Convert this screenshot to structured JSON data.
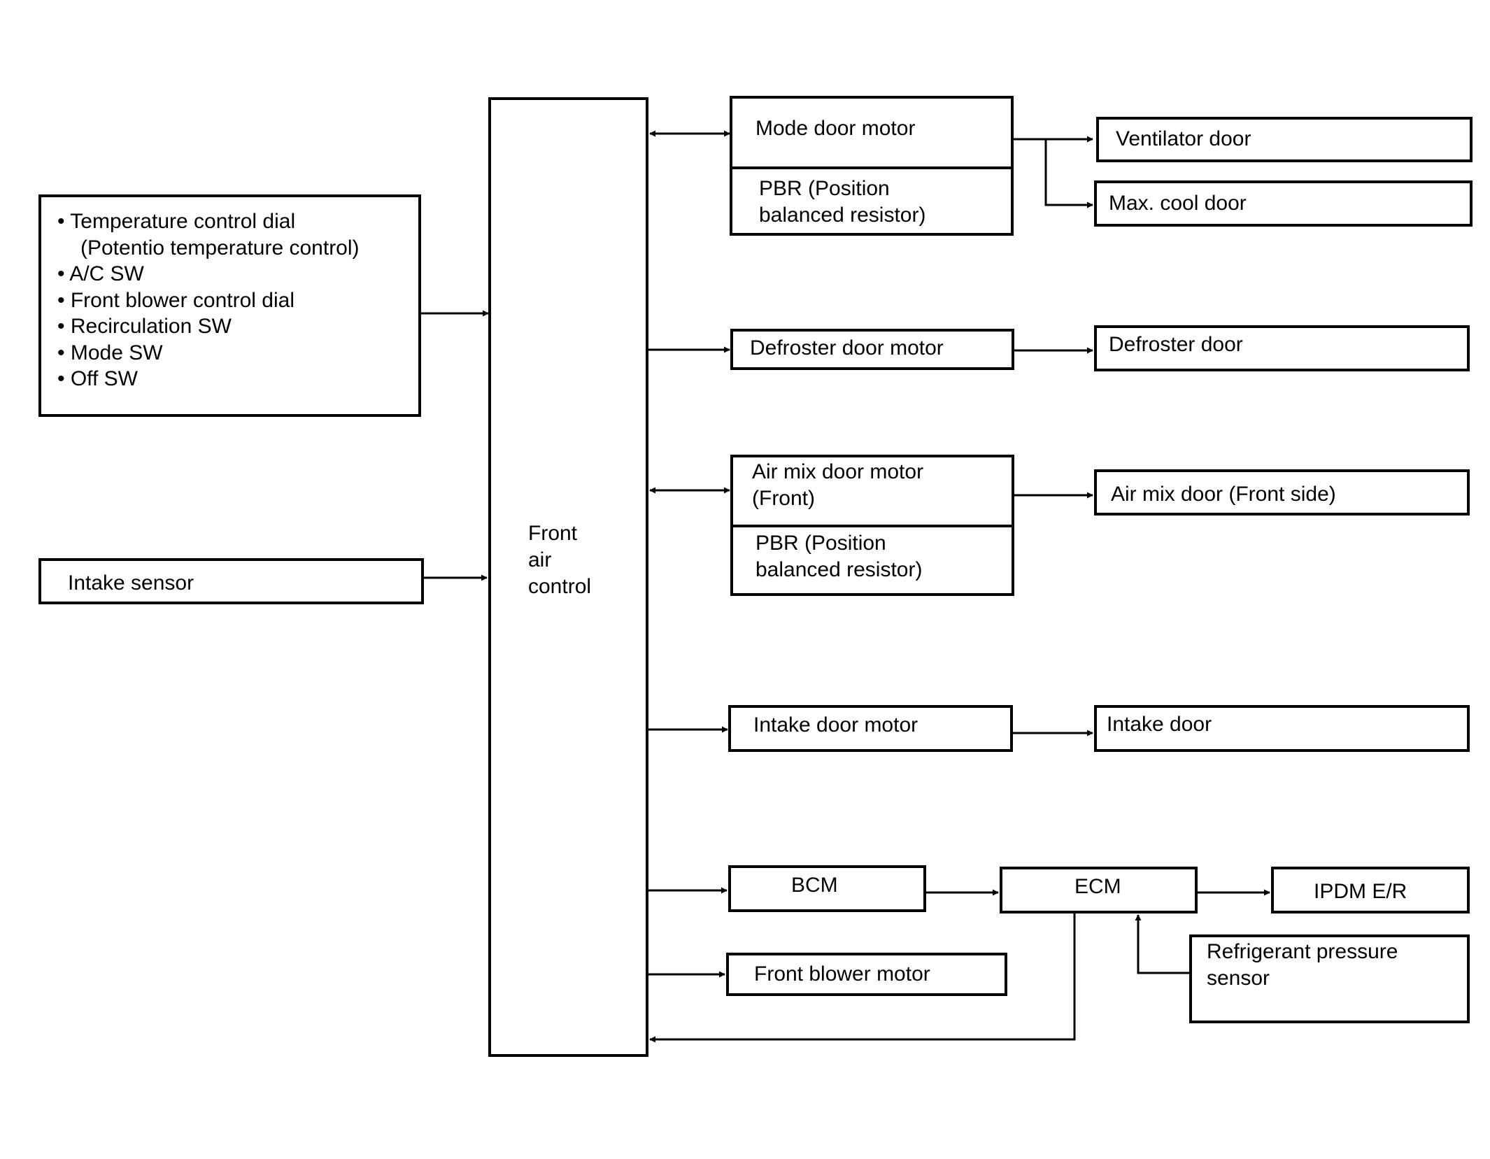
{
  "inputs": {
    "controls_items": [
      "Temperature control dial",
      "(Potentio temperature control)",
      "A/C SW",
      "Front blower control dial",
      "Recirculation SW",
      "Mode SW",
      "Off SW"
    ],
    "intake_sensor": "Intake sensor"
  },
  "controller": {
    "lines": [
      "Front",
      "air",
      "control"
    ]
  },
  "mode_door_motor": {
    "label": "Mode door motor",
    "pbr_line1": "PBR (Position",
    "pbr_line2": "balanced resistor)"
  },
  "ventilator_door": "Ventilator door",
  "max_cool_door": "Max. cool door",
  "defroster_door_motor": "Defroster door motor",
  "defroster_door": "Defroster door",
  "air_mix_door_motor": {
    "line1": "Air mix door motor",
    "line2": "(Front)",
    "pbr_line1": "PBR (Position",
    "pbr_line2": "balanced resistor)"
  },
  "air_mix_door": "Air mix door (Front side)",
  "intake_door_motor": "Intake door motor",
  "intake_door": "Intake door",
  "bcm": "BCM",
  "ecm": "ECM",
  "ipdm": "IPDM E/R",
  "refrigerant_sensor": {
    "line1": "Refrigerant pressure",
    "line2": "sensor"
  },
  "front_blower_motor": "Front blower motor"
}
